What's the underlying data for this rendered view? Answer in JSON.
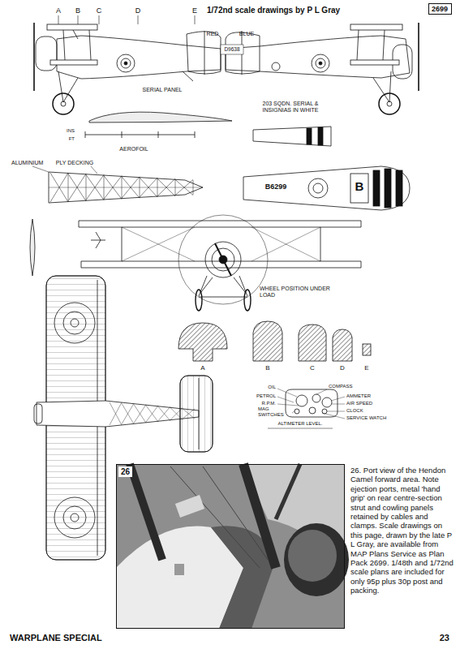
{
  "diagram": {
    "title": "1/72nd scale drawings by P L Gray",
    "caption": "26. Port view of the Hendon Camel forward area. Note ejection ports, metal 'hand grip' on rear centre-section strut and cowling panels retained by cables and clamps. Scale drawings on this page, drawn by the late P L Gray, are available from MAP Plans Service as Plan Pack 2699. 1/48th and 1/72nd scale plans are included for only 95p plus 30p post and packing.",
    "nodes": [
      {
        "text": [
          "2699"
        ]
      },
      {
        "text": [
          "26"
        ]
      }
    ],
    "labels": [
      "A",
      "B",
      "C",
      "D",
      "E",
      "RED",
      "BLUE",
      "D9638",
      "SERIAL PANEL",
      "203 SQDN. SERIAL & INSIGNIAS IN WHITE",
      "INS",
      "FT",
      "AEROFOIL",
      "ALUMINIUM",
      "PLY DECKING",
      "B6299",
      "B",
      "WHEEL POSITION UNDER LOAD",
      "A",
      "B",
      "C",
      "D",
      "E",
      "OIL",
      "COMPASS",
      "PETROL",
      "AMMETER",
      "R.P.M.",
      "AIR SPEED",
      "MAG SWITCHES",
      "CLOCK",
      "SERVICE WATCH",
      "ALTIMETER LEVEL.",
      "WARPLANE SPECIAL",
      "23"
    ]
  }
}
